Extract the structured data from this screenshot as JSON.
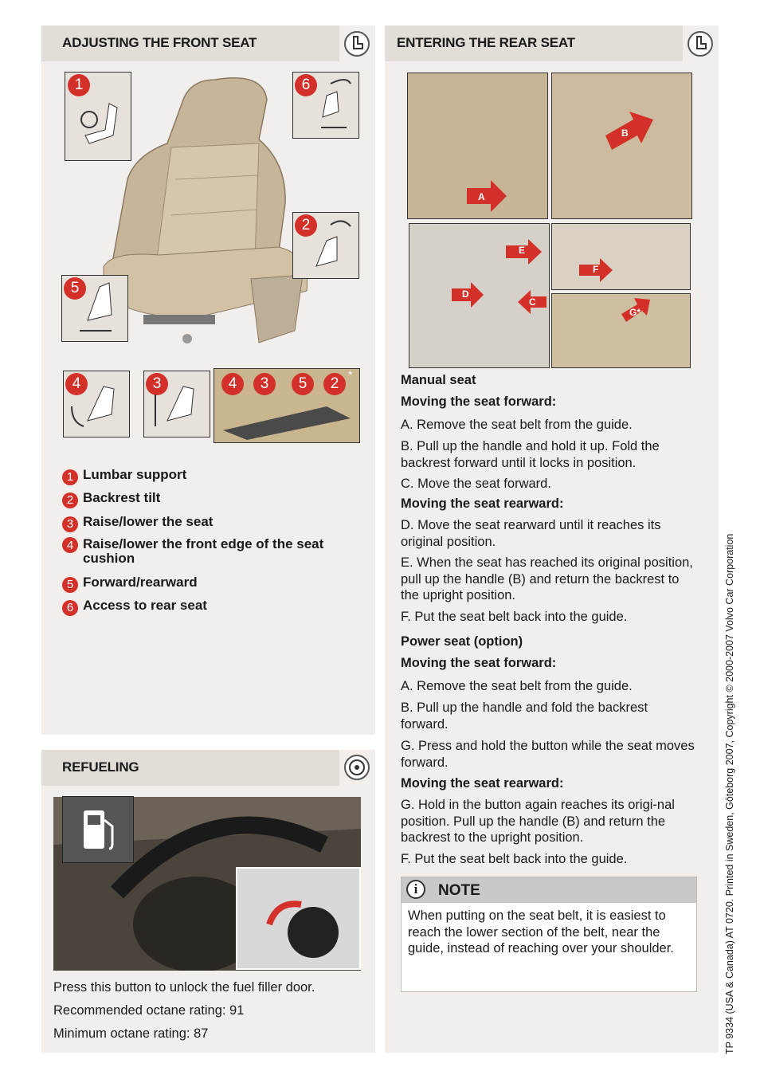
{
  "front_seat": {
    "title": "ADJUSTING THE FRONT SEAT",
    "icon": "seat-icon",
    "callouts": [
      "1",
      "6",
      "2",
      "5",
      "4",
      "3"
    ],
    "panel_callouts": [
      "4",
      "3",
      "5",
      "2"
    ],
    "asterisk": "*",
    "legend": [
      {
        "num": "1",
        "label": "Lumbar support"
      },
      {
        "num": "2",
        "label": "Backrest tilt"
      },
      {
        "num": "3",
        "label": "Raise/lower the seat"
      },
      {
        "num": "4",
        "label": "Raise/lower the front edge of the seat  cushion"
      },
      {
        "num": "5",
        "label": "Forward/rearward"
      },
      {
        "num": "6",
        "label": "Access to rear seat"
      }
    ]
  },
  "refueling": {
    "title": "REFUELING",
    "icon": "steering-wheel-icon",
    "lines": [
      "Press this button to unlock the fuel filler door.",
      "Recommended octane rating: 91",
      "Minimum octane rating: 87"
    ]
  },
  "rear_seat": {
    "title": "ENTERING THE REAR SEAT",
    "icon": "seat-icon",
    "arrow_labels": [
      "A",
      "B",
      "E",
      "D",
      "C",
      "F",
      "G*"
    ],
    "manual_heading": "Manual seat",
    "forward_heading_1": "Moving the seat forward:",
    "manual_forward": [
      "A. Remove the seat belt from the guide.",
      "B. Pull up the handle and hold it up. Fold the backrest forward until it locks in position.",
      "C. Move the seat forward."
    ],
    "rearward_heading_1": "Moving the seat rearward:",
    "manual_rearward": [
      "D. Move the seat rearward until it reaches its original position.",
      "E. When the seat has reached its original position, pull up the handle (B) and return the backrest to the upright position.",
      "F. Put the seat belt back into the guide."
    ],
    "power_heading": "Power seat (option)",
    "forward_heading_2": "Moving the seat forward:",
    "power_forward": [
      "A. Remove the seat belt from the guide.",
      "B. Pull up the handle and fold the backrest forward.",
      "G. Press and hold the button while the seat moves forward."
    ],
    "rearward_heading_2": "Moving the seat rearward:",
    "power_rearward": [
      "G. Hold in the button again  reaches its origi-nal position. Pull up the handle (B) and return the backrest to the upright position.",
      "F. Put the seat belt back into the guide."
    ]
  },
  "note": {
    "icon": "info-icon",
    "title": "NOTE",
    "text": "When putting on the seat belt, it is easiest to reach the lower section of the belt, near the guide, instead of reaching over your shoulder."
  },
  "side_text": "TP 9334 (USA & Canada) AT 0720. Printed in Sweden, Göteborg 2007, Copyright © 2000-2007 Volvo Car Corporation",
  "colors": {
    "accent_red": "#d3302a",
    "panel_bg": "#f1eeeb",
    "header_bg": "#e3ddd7",
    "note_header": "#c9c9c9"
  }
}
